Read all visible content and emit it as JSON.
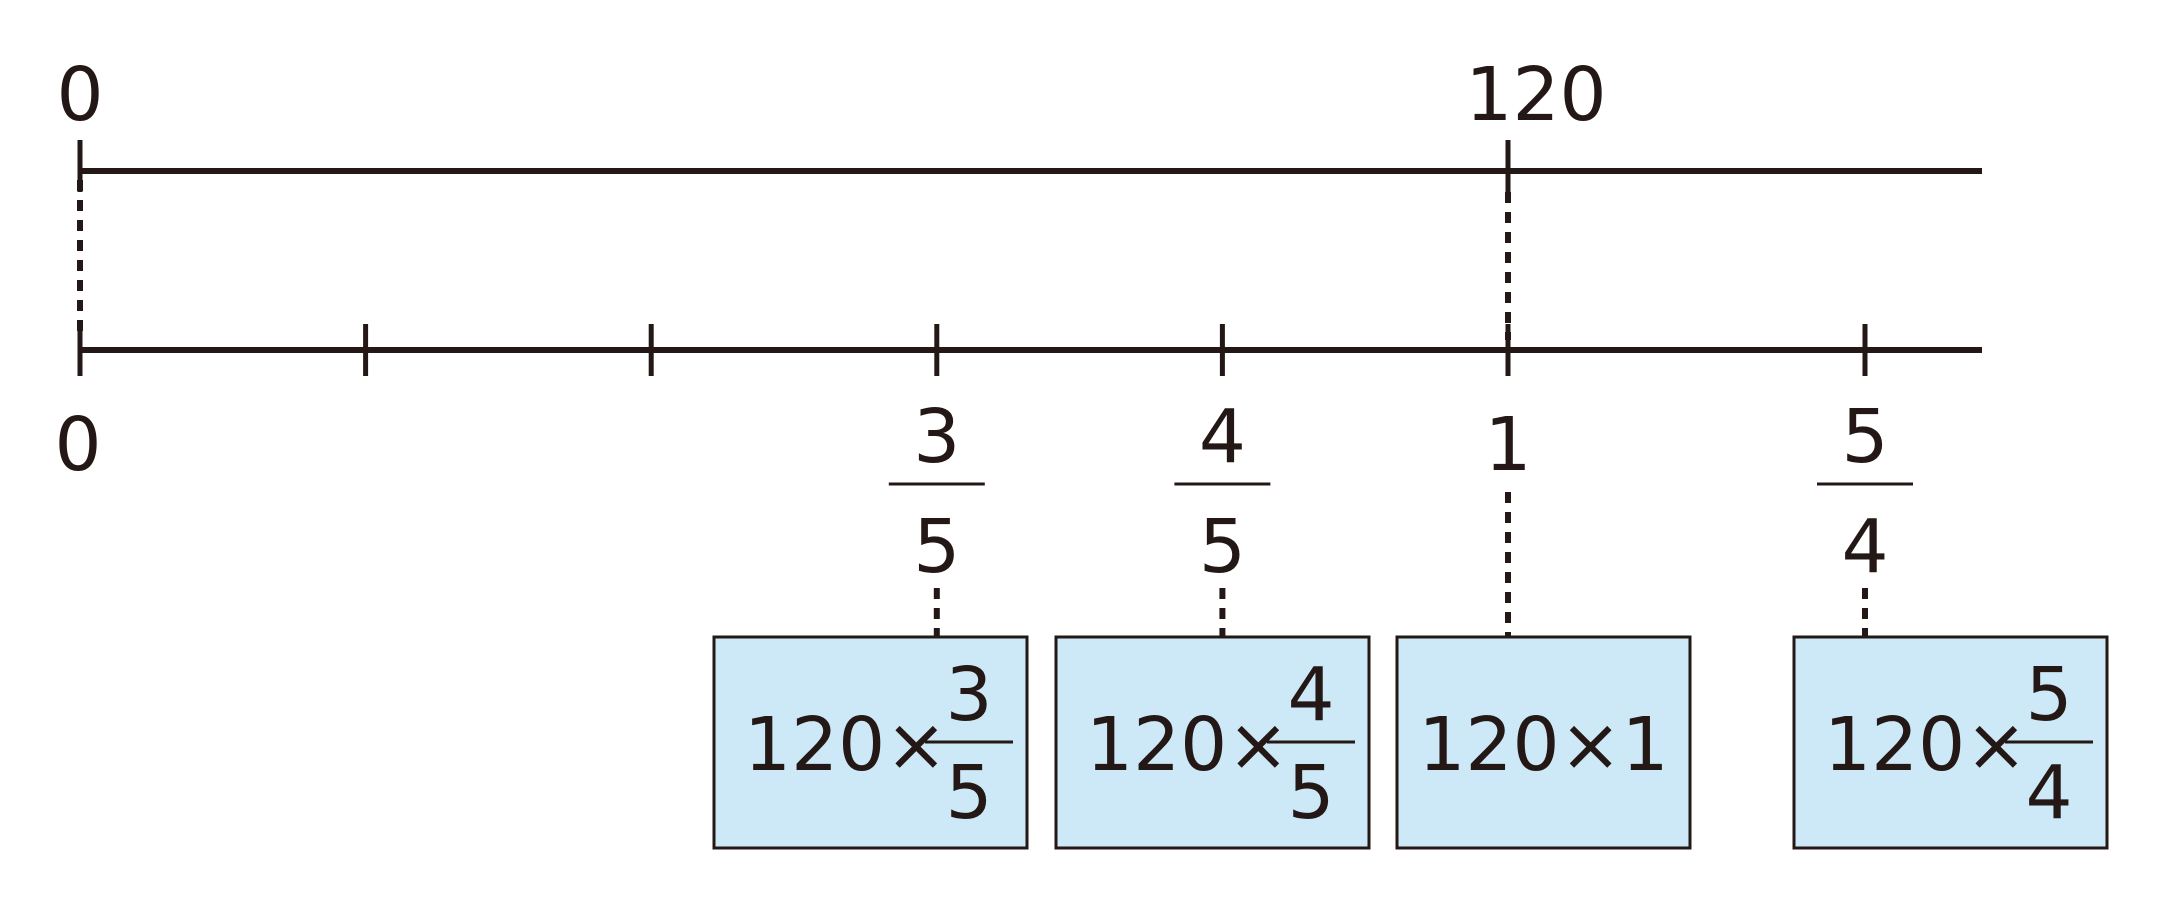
{
  "top_line": {
    "zero_label": "0",
    "value_label": "120"
  },
  "bottom_line": {
    "zero_label": "0",
    "labels": [
      {
        "id": "three-fifths",
        "value": 0.6,
        "numerator": "3",
        "denominator": "5"
      },
      {
        "id": "four-fifths",
        "value": 0.8,
        "numerator": "4",
        "denominator": "5"
      },
      {
        "id": "one",
        "value": 1,
        "text": "1"
      },
      {
        "id": "five-fourths",
        "value": 1.25,
        "numerator": "5",
        "denominator": "4"
      }
    ]
  },
  "boxes": [
    {
      "id": "three-fifths",
      "value": 0.6,
      "prefix": "120×",
      "numerator": "3",
      "denominator": "5"
    },
    {
      "id": "four-fifths",
      "value": 0.8,
      "prefix": "120×",
      "numerator": "4",
      "denominator": "5"
    },
    {
      "id": "one",
      "value": 1,
      "text": "120×1"
    },
    {
      "id": "five-fourths",
      "value": 1.25,
      "prefix": "120×",
      "numerator": "5",
      "denominator": "4"
    }
  ],
  "colors": {
    "ink": "#231815",
    "box_fill": "#cde8f7"
  }
}
